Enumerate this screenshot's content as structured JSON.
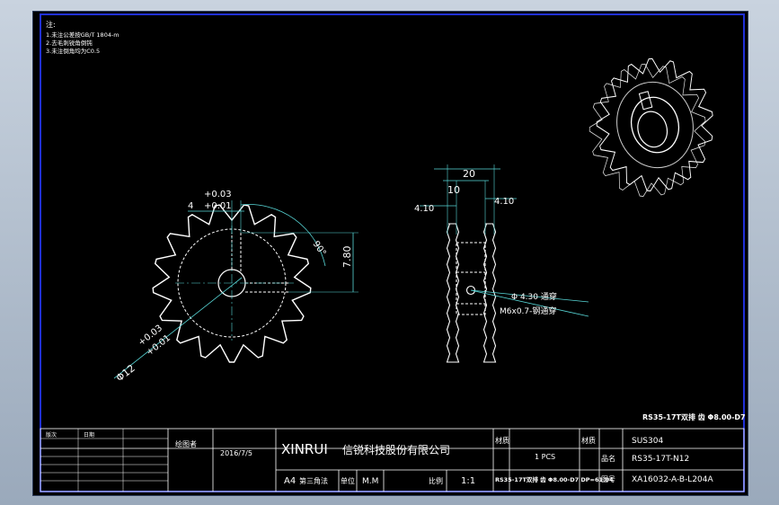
{
  "notes": {
    "heading": "注:",
    "items": [
      "1.未注公差按GB/T 1804-m",
      "2.去毛刺锐角倒钝",
      "3.未注倒角均为C0.5"
    ]
  },
  "front_view": {
    "dim_keyway_width": "4",
    "dim_keyway_tol_upper": "+0.03",
    "dim_keyway_tol_lower": "+0.01",
    "dim_angle": "90°",
    "dim_keyway_depth": "7.80",
    "dim_bore_dia": "Φ12",
    "dim_bore_tol_upper": "+0.03",
    "dim_bore_tol_lower": "+0.01"
  },
  "side_view": {
    "dim_overall_width": "20",
    "dim_center_width": "10",
    "dim_left_hub": "4.10",
    "dim_right_hub": "4.10",
    "note_hole": "Φ 4.30 通穿",
    "note_thread": "M6x0.7-钢通穿"
  },
  "title_block": {
    "spec_top": "RS35-17T双排 齿 Φ8.00-D7 DP=61.04",
    "company_en": "XINRUI",
    "company_cn": "信锐科技股份有限公司",
    "material_label": "材质",
    "material_value": "SUS304",
    "quantity": "1  PCS",
    "name_label": "品名",
    "name_value": "RS35-17T-N12",
    "drawing_no_label": "图号",
    "drawing_no": "XA16032-A-B-L204A",
    "spec_bottom": "RS35-17T双排 齿 Φ8.00-D7 DP=61.04",
    "size": "A4",
    "angle": "第三角法",
    "unit_label": "单位",
    "unit": "M.M",
    "scale_label": "比例",
    "scale": "1:1",
    "date": "2016/7/5",
    "role": "绘图者",
    "rev_header": "版次",
    "date_header": "日期"
  },
  "colors": {
    "background": "#000000",
    "frame_border": "#2030d8",
    "geometry": "#ffffff",
    "dimension": "#58d8d8",
    "dashed": "#ffffff"
  }
}
